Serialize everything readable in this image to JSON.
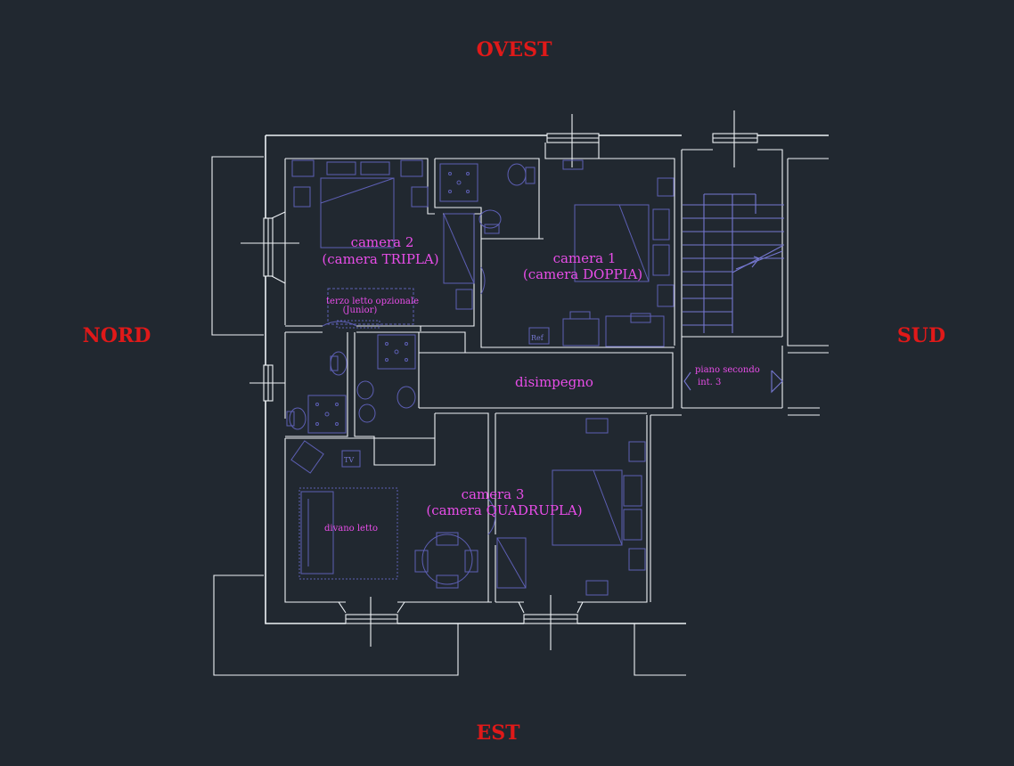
{
  "compass": {
    "north": "NORD",
    "south": "SUD",
    "east": "EST",
    "west": "OVEST"
  },
  "rooms": {
    "camera2": {
      "name": "camera 2",
      "type": "(camera TRIPLA)"
    },
    "camera1": {
      "name": "camera 1",
      "type": "(camera DOPPIA)"
    },
    "camera3": {
      "name": "camera 3",
      "type": "(camera QUADRUPLA)"
    },
    "hallway": {
      "name": "disimpegno"
    }
  },
  "notes": {
    "third_bed": "terzo letto opzionale",
    "third_bed_sub": "(Junior)",
    "sofa_bed": "divano letto",
    "floor": "piano secondo",
    "unit": "int. 3"
  },
  "symbols": {
    "fridge": "Ref",
    "tv": "TV"
  },
  "colors": {
    "background": "#212830",
    "walls": "#eef2f6",
    "furniture": "#5d5fb4",
    "labels": "#e84de8",
    "cardinal": "#e01919"
  }
}
